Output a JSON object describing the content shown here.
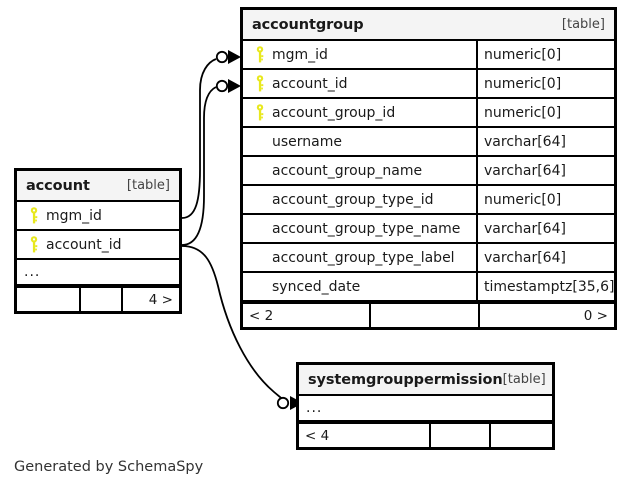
{
  "diagram": {
    "caption": "Generated by SchemaSpy",
    "table_tag": "[table]",
    "ellipsis": "...",
    "key_icon_name": "primary-key-icon",
    "key_color": "#e8e81e"
  },
  "tables": {
    "accountgroup": {
      "name": "accountgroup",
      "tag": "[table]",
      "columns": [
        {
          "name": "mgm_id",
          "type": "numeric[0]",
          "key": true
        },
        {
          "name": "account_id",
          "type": "numeric[0]",
          "key": true
        },
        {
          "name": "account_group_id",
          "type": "numeric[0]",
          "key": true
        },
        {
          "name": "username",
          "type": "varchar[64]",
          "key": false
        },
        {
          "name": "account_group_name",
          "type": "varchar[64]",
          "key": false
        },
        {
          "name": "account_group_type_id",
          "type": "numeric[0]",
          "key": false
        },
        {
          "name": "account_group_type_name",
          "type": "varchar[64]",
          "key": false
        },
        {
          "name": "account_group_type_label",
          "type": "varchar[64]",
          "key": false
        },
        {
          "name": "synced_date",
          "type": "timestamptz[35,6]",
          "key": false
        }
      ],
      "footer": {
        "left": "< 2",
        "middle": "",
        "right": "0 >"
      }
    },
    "account": {
      "name": "account",
      "tag": "[table]",
      "columns": [
        {
          "name": "mgm_id",
          "type": "",
          "key": true
        },
        {
          "name": "account_id",
          "type": "",
          "key": true
        }
      ],
      "ellipsis": "...",
      "footer": {
        "left": "",
        "middle": "",
        "right": "4 >"
      }
    },
    "systemgrouppermission": {
      "name": "systemgrouppermission",
      "tag": "[table]",
      "ellipsis": "...",
      "footer": {
        "left": "< 4",
        "middle": "",
        "right": ""
      }
    }
  }
}
